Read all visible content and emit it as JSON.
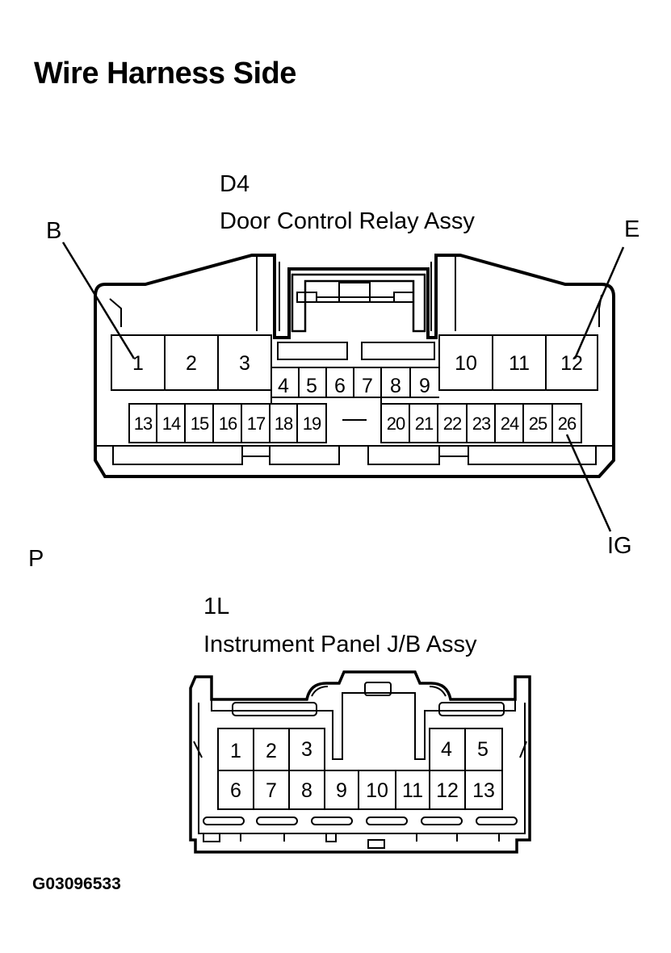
{
  "title": "Wire Harness Side",
  "connectors": [
    {
      "code": "D4",
      "name": "Door Control Relay Assy",
      "pins": [
        "1",
        "2",
        "3",
        "4",
        "5",
        "6",
        "7",
        "8",
        "9",
        "10",
        "11",
        "12",
        "13",
        "14",
        "15",
        "16",
        "17",
        "18",
        "19",
        "20",
        "21",
        "22",
        "23",
        "24",
        "25",
        "26"
      ],
      "callouts": [
        {
          "label": "B",
          "pin": "1"
        },
        {
          "label": "E",
          "pin": "12"
        },
        {
          "label": "IG",
          "pin": "26"
        }
      ]
    },
    {
      "code": "1L",
      "name": "Instrument Panel J/B Assy",
      "pins": [
        "1",
        "2",
        "3",
        "4",
        "5",
        "6",
        "7",
        "8",
        "9",
        "10",
        "11",
        "12",
        "13"
      ]
    }
  ],
  "side_label": "P",
  "figure_code": "G03096533"
}
